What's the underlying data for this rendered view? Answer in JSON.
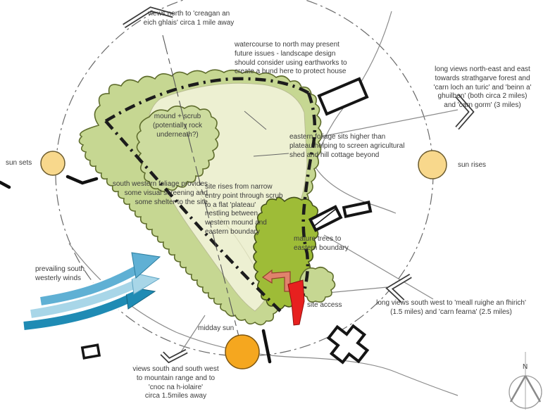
{
  "title": "site analysis diagram",
  "labels": {
    "views_north": "views north to 'creagan an\neich ghlais' circa 1 mile away",
    "watercourse": "watercourse to north may present\nfuture issues - landscape design\nshould consider using earthworks to\ncreate a bund here to protect house",
    "long_views_ne": "long views north-east and east\ntowards strathgarve forest and\n'carn loch an turic' and 'beinn a'\nghuilben' (both circa 2 miles)\nand 'carn gorm' (3 miles)",
    "sun_sets": "sun sets",
    "mound_scrub": "mound + scrub\n(potentially rock\nunderneath?)",
    "eastern_foliage": "eastern foliage sits higher than\nplateau helping to screen agricultural\nshed and hill cottage beyond",
    "sun_rises": "sun rises",
    "sw_foliage": "south western foliage provides\nsome visual screening and\nsome shelter to the site",
    "site_rises": "site rises from narrow\nentry point through scrub\nto a flat 'plateau'\nnestling between\nwestern mound and\neastern boundary",
    "mature_trees": "mature trees to\neastern boundary",
    "prevailing_winds": "prevailing south\nwesterly winds",
    "long_views_sw": "long views south west to 'meall ruighe an fhirich'\n(1.5 miles) and 'carn fearna' (2.5 miles)",
    "midday_sun": "midday sun",
    "site_access": "site access",
    "views_south": "views south and south west\nto mountain range and to\n'cnoc na h-iolaire'\ncirca 1.5miles away",
    "compass_north": "N"
  },
  "colors": {
    "foliage_medium": "#c6d792",
    "foliage_pale": "#edf0d2",
    "foliage_mound": "#cddc9f",
    "foliage_dark": "#9ebc37",
    "wind_blue_top": "#5fb0d4",
    "wind_blue_mid": "#a8d6e8",
    "wind_blue_bottom": "#1f8bb4",
    "sun_pale": "#f8d88c",
    "sun_orange": "#f5a71f",
    "access_red": "#e7201f",
    "access_salmon": "#e0836c",
    "boundary_black": "#1c1c1c"
  }
}
